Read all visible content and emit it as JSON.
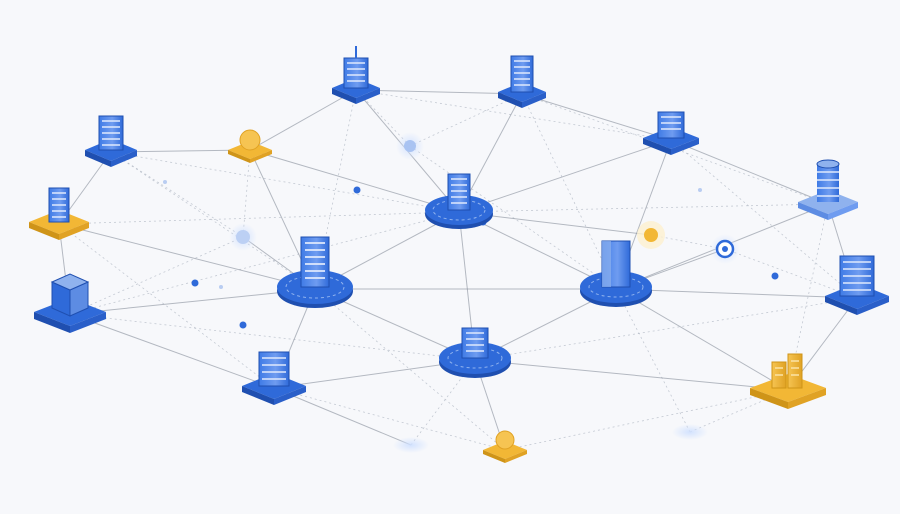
{
  "colors": {
    "background": "#f7f8fb",
    "node_blue": "#2f6ad9",
    "node_blue_dark": "#1f4fb0",
    "node_blue_light": "#8fb2ee",
    "node_gold": "#f2b735",
    "node_gold_dark": "#cf9418",
    "edge": "#7d8592",
    "glow": "#cfe0ff"
  },
  "nodes": [
    {
      "id": "hub-center",
      "kind": "hub",
      "icon": "office-building-icon",
      "color": "blue"
    },
    {
      "id": "hub-left",
      "kind": "hub",
      "icon": "office-building-icon",
      "color": "blue"
    },
    {
      "id": "hub-right",
      "kind": "hub",
      "icon": "office-building-icon",
      "color": "blue"
    },
    {
      "id": "hub-bottom",
      "kind": "hub",
      "icon": "office-building-icon",
      "color": "blue"
    },
    {
      "id": "building-top-left",
      "kind": "building",
      "icon": "office-building-icon",
      "color": "blue"
    },
    {
      "id": "building-top-right",
      "kind": "building",
      "icon": "office-building-icon",
      "color": "blue"
    },
    {
      "id": "building-upper-left",
      "kind": "building",
      "icon": "office-building-icon",
      "color": "blue"
    },
    {
      "id": "building-upper-right",
      "kind": "building",
      "icon": "office-building-icon",
      "color": "blue"
    },
    {
      "id": "building-far-left",
      "kind": "building",
      "icon": "office-building-icon",
      "color": "gold"
    },
    {
      "id": "building-far-right",
      "kind": "building",
      "icon": "round-tower-icon",
      "color": "blue"
    },
    {
      "id": "building-left",
      "kind": "building",
      "icon": "warehouse-icon",
      "color": "blue"
    },
    {
      "id": "building-right",
      "kind": "building",
      "icon": "office-building-icon",
      "color": "blue"
    },
    {
      "id": "building-lower-left",
      "kind": "building",
      "icon": "office-building-icon",
      "color": "blue"
    },
    {
      "id": "building-lower-right",
      "kind": "building",
      "icon": "factory-icon",
      "color": "gold"
    },
    {
      "id": "sphere-top",
      "kind": "sphere",
      "icon": "sphere-icon",
      "color": "gold"
    },
    {
      "id": "sphere-bottom",
      "kind": "sphere",
      "icon": "sphere-icon",
      "color": "gold"
    },
    {
      "id": "ring-right",
      "kind": "ring",
      "icon": "ring-node-icon",
      "color": "blue"
    }
  ]
}
